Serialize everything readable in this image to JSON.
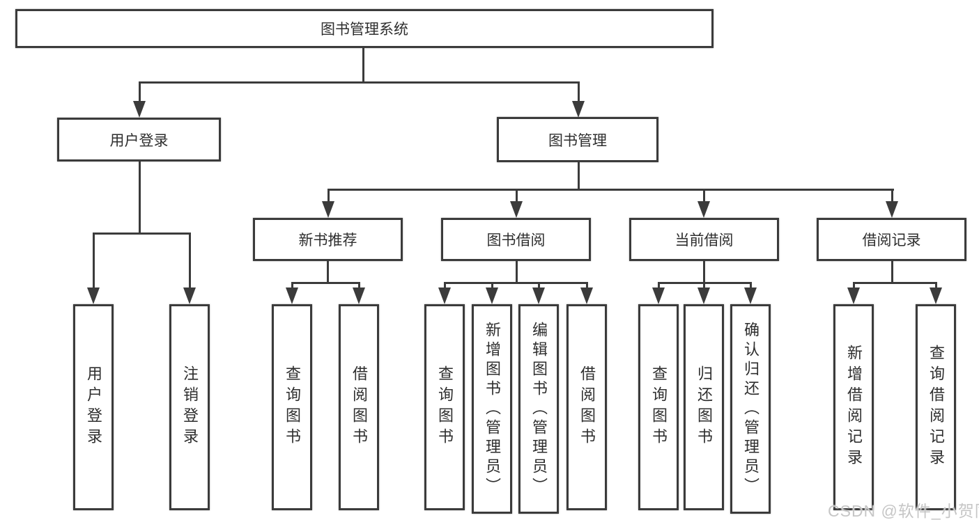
{
  "colors": {
    "line": "#3b3b3b",
    "text": "#2e2e2e",
    "background": "#ffffff",
    "watermark": "#c6c6c6"
  },
  "diagram_type": "functional-structure-tree",
  "root": {
    "label": "图书管理系统"
  },
  "level2": {
    "user_login": {
      "label": "用户登录"
    },
    "book_mgmt": {
      "label": "图书管理"
    }
  },
  "modules": {
    "new_book_rec": {
      "label": "新书推荐"
    },
    "book_borrow": {
      "label": "图书借阅"
    },
    "current_borrow": {
      "label": "当前借阅"
    },
    "borrow_record": {
      "label": "借阅记录"
    }
  },
  "leaves": {
    "ul_login": {
      "label": "用户登录"
    },
    "ul_logout": {
      "label": "注销登录"
    },
    "nb_query": {
      "label": "查询图书"
    },
    "nb_borrow": {
      "label": "借阅图书"
    },
    "bb_query": {
      "label": "查询图书"
    },
    "bb_add": {
      "label": "新增图书（管理员）"
    },
    "bb_edit": {
      "label": "编辑图书（管理员）"
    },
    "bb_borrow": {
      "label": "借阅图书"
    },
    "cb_query": {
      "label": "查询图书"
    },
    "cb_return": {
      "label": "归还图书"
    },
    "cb_confirm": {
      "label": "确认归还（管理员）"
    },
    "br_add": {
      "label": "新增借阅记录"
    },
    "br_query": {
      "label": "查询借阅记录"
    }
  },
  "watermark": {
    "text": "CSDN @软件_小贺同学"
  }
}
